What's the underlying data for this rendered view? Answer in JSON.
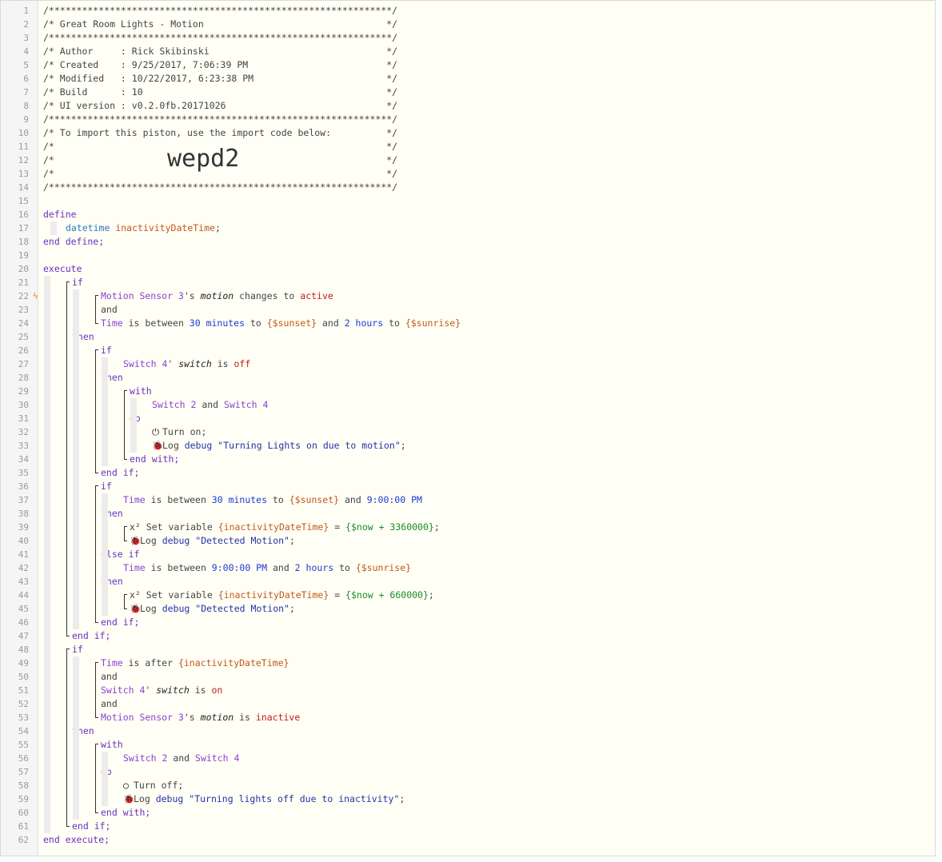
{
  "header": {
    "import_code": "wepd2",
    "lines": [
      "/**************************************************************/",
      "/* Great Room Lights - Motion                                 */",
      "/**************************************************************/",
      "/* Author     : Rick Skibinski                                */",
      "/* Created    : 9/25/2017, 7:06:39 PM                         */",
      "/* Modified   : 10/22/2017, 6:23:38 PM                        */",
      "/* Build      : 10                                            */",
      "/* UI version : v0.2.0fb.20171026                             */",
      "/**************************************************************/",
      "/* To import this piston, use the import code below:          */",
      "/*                                                            */",
      "/*                                                            */",
      "/*                                                            */",
      "/**************************************************************/"
    ]
  },
  "code": [
    [
      [
        "kw",
        "define"
      ]
    ],
    [
      [
        "typ",
        "datetime "
      ],
      [
        "var",
        "inactivityDateTime"
      ],
      [
        "cmt",
        ";"
      ]
    ],
    [
      [
        "kw",
        "end define;"
      ]
    ],
    [],
    [
      [
        "kw",
        "execute"
      ]
    ],
    [
      [
        "kw",
        "if"
      ]
    ],
    [
      [
        "dev",
        "Motion Sensor 3"
      ],
      [
        "cmt",
        "'s "
      ],
      [
        "it",
        "motion"
      ],
      [
        "cmt",
        " changes to "
      ],
      [
        "val",
        "active"
      ]
    ],
    [
      [
        "cmt",
        "and"
      ]
    ],
    [
      [
        "dev",
        "Time"
      ],
      [
        "cmt",
        " is between "
      ],
      [
        "num",
        "30 minutes"
      ],
      [
        "cmt",
        " to "
      ],
      [
        "exp",
        "{$sunset}"
      ],
      [
        "cmt",
        " and "
      ],
      [
        "num",
        "2 hours"
      ],
      [
        "cmt",
        " to "
      ],
      [
        "exp",
        "{$sunrise}"
      ]
    ],
    [
      [
        "kw",
        "then"
      ]
    ],
    [
      [
        "kw",
        "if"
      ]
    ],
    [
      [
        "dev",
        "Switch 4"
      ],
      [
        "cmt",
        "' "
      ],
      [
        "it",
        "switch"
      ],
      [
        "cmt",
        " is "
      ],
      [
        "val",
        "off"
      ]
    ],
    [
      [
        "kw",
        "then"
      ]
    ],
    [
      [
        "kw",
        "with"
      ]
    ],
    [
      [
        "dev",
        "Switch 2"
      ],
      [
        "cmt",
        " and "
      ],
      [
        "dev",
        "Switch 4"
      ]
    ],
    [
      [
        "kw",
        "do"
      ]
    ],
    [
      [
        "icon",
        "⏻ "
      ],
      [
        "cmt",
        "Turn on;"
      ]
    ],
    [
      [
        "icon",
        "🐞 "
      ],
      [
        "cmt",
        "Log "
      ],
      [
        "str",
        "debug"
      ],
      [
        "cmt",
        " "
      ],
      [
        "str",
        "\"Turning Lights on due to motion\""
      ],
      [
        "cmt",
        ";"
      ]
    ],
    [
      [
        "kw",
        "end with;"
      ]
    ],
    [
      [
        "kw",
        "end if;"
      ]
    ],
    [
      [
        "kw",
        "if"
      ]
    ],
    [
      [
        "dev",
        "Time"
      ],
      [
        "cmt",
        " is between "
      ],
      [
        "num",
        "30 minutes"
      ],
      [
        "cmt",
        " to "
      ],
      [
        "exp",
        "{$sunset}"
      ],
      [
        "cmt",
        " and "
      ],
      [
        "num",
        "9:00:00 PM"
      ]
    ],
    [
      [
        "kw",
        "then"
      ]
    ],
    [
      [
        "cmt",
        "x² Set variable "
      ],
      [
        "var",
        "{inactivityDateTime}"
      ],
      [
        "cmt",
        " = "
      ],
      [
        "grn",
        "{$now + 3360000}"
      ],
      [
        "cmt",
        ";"
      ]
    ],
    [
      [
        "icon",
        "🐞 "
      ],
      [
        "cmt",
        "Log "
      ],
      [
        "str",
        "debug"
      ],
      [
        "cmt",
        " "
      ],
      [
        "str",
        "\"Detected Motion\""
      ],
      [
        "cmt",
        ";"
      ]
    ],
    [
      [
        "kw",
        "else if"
      ]
    ],
    [
      [
        "dev",
        "Time"
      ],
      [
        "cmt",
        " is between "
      ],
      [
        "num",
        "9:00:00 PM"
      ],
      [
        "cmt",
        " and "
      ],
      [
        "num",
        "2 hours"
      ],
      [
        "cmt",
        " to "
      ],
      [
        "exp",
        "{$sunrise}"
      ]
    ],
    [
      [
        "kw",
        "then"
      ]
    ],
    [
      [
        "cmt",
        "x² Set variable "
      ],
      [
        "var",
        "{inactivityDateTime}"
      ],
      [
        "cmt",
        " = "
      ],
      [
        "grn",
        "{$now + 660000}"
      ],
      [
        "cmt",
        ";"
      ]
    ],
    [
      [
        "icon",
        "🐞 "
      ],
      [
        "cmt",
        "Log "
      ],
      [
        "str",
        "debug"
      ],
      [
        "cmt",
        " "
      ],
      [
        "str",
        "\"Detected Motion\""
      ],
      [
        "cmt",
        ";"
      ]
    ],
    [
      [
        "kw",
        "end if;"
      ]
    ],
    [
      [
        "kw",
        "end if;"
      ]
    ],
    [
      [
        "kw",
        "if"
      ]
    ],
    [
      [
        "dev",
        "Time"
      ],
      [
        "cmt",
        " is after "
      ],
      [
        "var",
        "{inactivityDateTime}"
      ]
    ],
    [
      [
        "cmt",
        "and"
      ]
    ],
    [
      [
        "dev",
        "Switch 4"
      ],
      [
        "cmt",
        "' "
      ],
      [
        "it",
        "switch"
      ],
      [
        "cmt",
        " is "
      ],
      [
        "val",
        "on"
      ]
    ],
    [
      [
        "cmt",
        "and"
      ]
    ],
    [
      [
        "dev",
        "Motion Sensor 3"
      ],
      [
        "cmt",
        "'s "
      ],
      [
        "it",
        "motion"
      ],
      [
        "cmt",
        " is "
      ],
      [
        "val",
        "inactive"
      ]
    ],
    [
      [
        "kw",
        "then"
      ]
    ],
    [
      [
        "kw",
        "with"
      ]
    ],
    [
      [
        "dev",
        "Switch 2"
      ],
      [
        "cmt",
        " and "
      ],
      [
        "dev",
        "Switch 4"
      ]
    ],
    [
      [
        "kw",
        "do"
      ]
    ],
    [
      [
        "icon",
        "○ "
      ],
      [
        "cmt",
        "Turn off;"
      ]
    ],
    [
      [
        "icon",
        "🐞 "
      ],
      [
        "cmt",
        "Log "
      ],
      [
        "str",
        "debug"
      ],
      [
        "cmt",
        " "
      ],
      [
        "str",
        "\"Turning lights off due to inactivity\""
      ],
      [
        "cmt",
        ";"
      ]
    ],
    [
      [
        "kw",
        "end with;"
      ]
    ],
    [
      [
        "kw",
        "end if;"
      ]
    ],
    [
      [
        "kw",
        "end execute;"
      ]
    ]
  ],
  "line_count": 62,
  "trigger_marker_line": 22,
  "trigger_marker_icon": "lightning-bolt-icon"
}
